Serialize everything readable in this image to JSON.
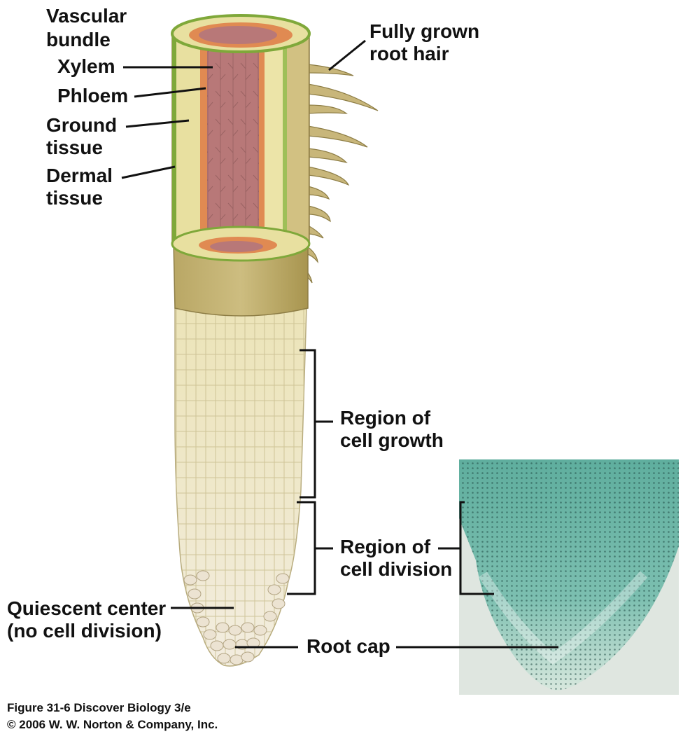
{
  "labels": {
    "vascular_bundle_line1": "Vascular",
    "vascular_bundle_line2": "bundle",
    "xylem": "Xylem",
    "phloem": "Phloem",
    "ground_tissue_line1": "Ground",
    "ground_tissue_line2": "tissue",
    "dermal_tissue_line1": "Dermal",
    "dermal_tissue_line2": "tissue",
    "root_hair_line1": "Fully grown",
    "root_hair_line2": "root hair",
    "growth_line1": "Region of",
    "growth_line2": "cell growth",
    "division_line1": "Region of",
    "division_line2": "cell division",
    "quiescent_line1": "Quiescent center",
    "quiescent_line2": "(no cell division)",
    "root_cap": "Root cap"
  },
  "caption": {
    "line1": "Figure 31-6  Discover Biology 3/e",
    "line2": "© 2006 W. W. Norton & Company, Inc."
  },
  "colors": {
    "dermal": "#7fa83a",
    "ground": "#e8e0a0",
    "cortex": "#d8cf8c",
    "phloem": "#e08a52",
    "xylem": "#b87878",
    "root_tan": "#c8b67a",
    "growth_zone": "#efe8c2",
    "micrograph": "#6fb6ac"
  }
}
